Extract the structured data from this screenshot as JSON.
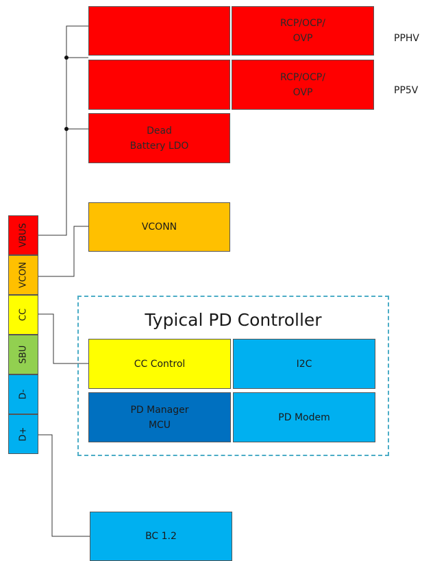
{
  "labels": {
    "pphv": "PPHV",
    "pp5v": "PP5V"
  },
  "blocks": {
    "rcp1": "RCP/OCP/\nOVP",
    "rcp2": "RCP/OCP/\nOVP",
    "dead_battery": "Dead\nBattery LDO",
    "vconn": "VCONN",
    "pd_title": "Typical PD Controller",
    "cc_control": "CC Control",
    "i2c": "I2C",
    "pd_manager": "PD Manager\nMCU",
    "pd_modem": "PD Modem",
    "bc12": "BC 1.2"
  },
  "pins": [
    "VBUS",
    "VCON",
    "CC",
    "SBU",
    "D-",
    "D+"
  ],
  "colors": {
    "red": "#ff0000",
    "orange": "#ffc000",
    "yellow": "#ffff00",
    "green": "#92d050",
    "blue": "#00b0f0",
    "dark_blue": "#0070c0",
    "dashed_border": "#4bacc6"
  }
}
